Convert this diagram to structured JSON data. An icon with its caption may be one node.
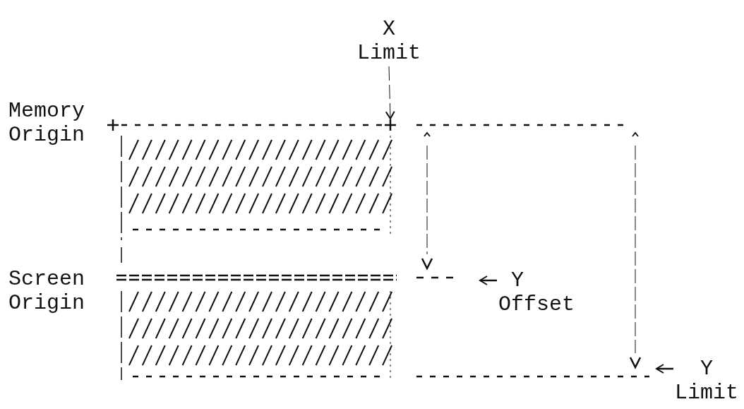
{
  "diagram": {
    "nodes": [
      {
        "text": [
          "X Limit"
        ]
      },
      {
        "text": [
          "Y Offset"
        ]
      },
      {
        "text": [
          "Y Limit"
        ]
      }
    ],
    "edges": [
      {
        "from": 0,
        "to": null,
        "arrow": "to",
        "style": "dashed"
      },
      {
        "from": 1,
        "to": null,
        "arrow": "to"
      },
      {
        "from": 2,
        "to": null,
        "arrow": "to"
      }
    ],
    "labels": [
      "Memory Origin",
      "Screen Origin"
    ]
  }
}
